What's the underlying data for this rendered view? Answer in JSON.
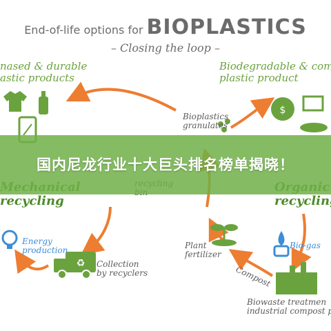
{
  "header": {
    "title_prefix": "End-of-life options for",
    "title_main": "BIOPLASTICS",
    "subtitle": "– Closing the loop –"
  },
  "nodes": {
    "biobased_durable": "nased & durable\nastic products",
    "biodegradable": "Biodegradable & com\nplastic product",
    "granulates": "Bioplastics\ngranulates",
    "mechanical": "Mechanical\nrecycling",
    "recycling_bin": "recycling\nbin",
    "organic": "Organic\nrecycling",
    "energy": "Energy\nproduction",
    "collection": "Collection\nby recyclers",
    "plant_fertilizer": "Plant\nfertilizer",
    "biogas": "Bio-gas",
    "compost": "Compost",
    "biowaste": "Biowaste treatmen\nindustrial compost pl"
  },
  "banner": {
    "text": "国内尼龙行业十大巨头排名榜单揭晓！"
  },
  "colors": {
    "arrow": "#ed7d31",
    "icon_green": "#6aa33e",
    "banner": "#70b048",
    "text": "#5b5b5b"
  }
}
